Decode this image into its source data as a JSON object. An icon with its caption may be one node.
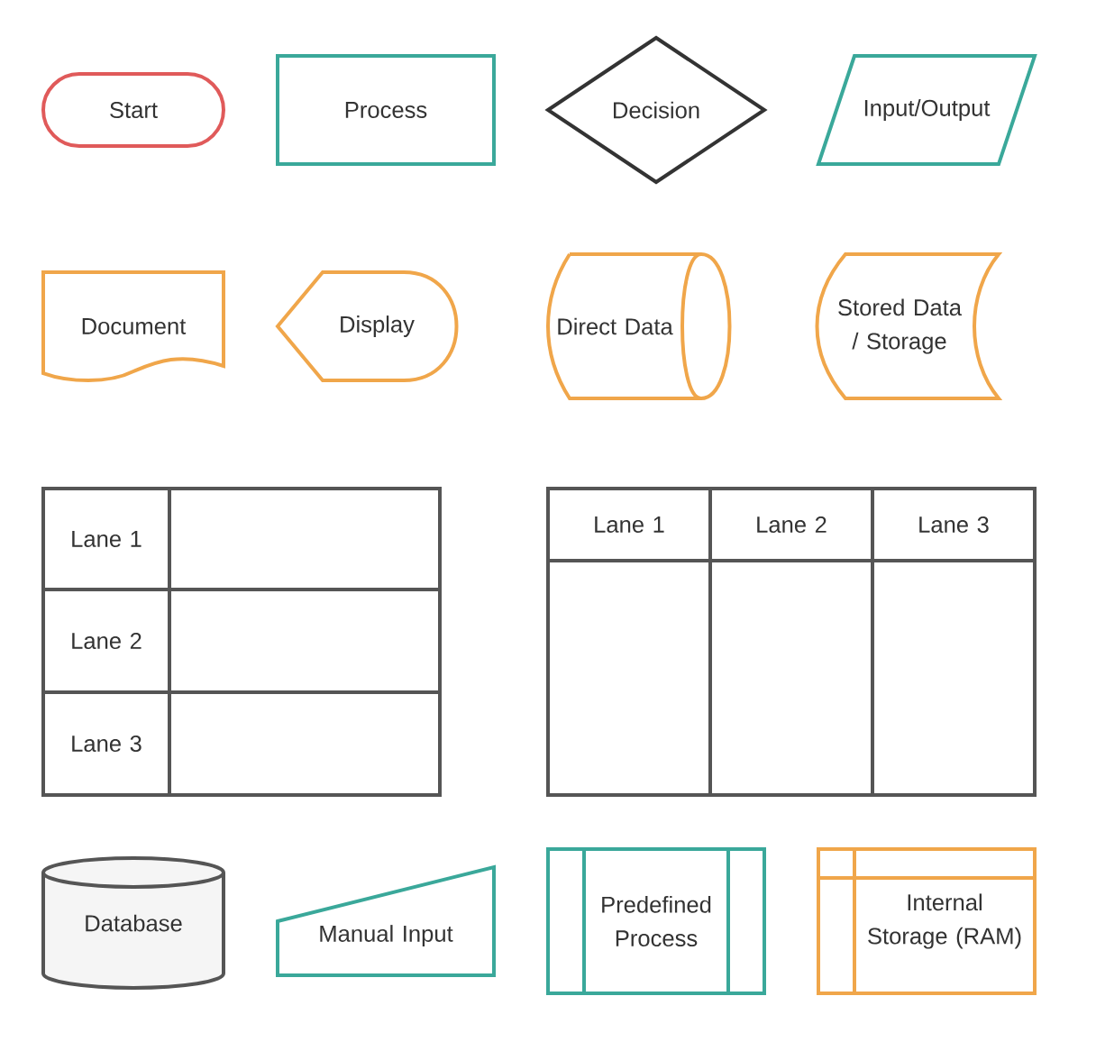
{
  "diagram": {
    "nodes": [
      {
        "text": [
          "Start"
        ]
      },
      {
        "text": [
          "Process"
        ]
      },
      {
        "text": [
          "Decision"
        ]
      },
      {
        "text": [
          "Input/Output"
        ]
      },
      {
        "text": [
          "Document"
        ]
      },
      {
        "text": [
          "Display"
        ]
      },
      {
        "text": [
          "Direct Data"
        ]
      },
      {
        "text": [
          "Stored Data / Storage"
        ]
      },
      {
        "text": [],
        "shape": "box"
      },
      {
        "text": [
          "Lane 1"
        ],
        "in": 8
      },
      {
        "text": [
          "Lane 2"
        ],
        "in": 8
      },
      {
        "text": [
          "Lane 3"
        ],
        "in": 8
      },
      {
        "text": [],
        "shape": "box"
      },
      {
        "text": [
          "Lane 1"
        ],
        "in": 12
      },
      {
        "text": [
          "Lane 2"
        ],
        "in": 12
      },
      {
        "text": [
          "Lane 3"
        ],
        "in": 12
      },
      {
        "text": [
          "Database"
        ]
      },
      {
        "text": [
          "Manual Input"
        ]
      },
      {
        "text": [
          "Predefined Process"
        ]
      },
      {
        "text": [
          "Internal Storage (RAM)"
        ]
      }
    ]
  }
}
